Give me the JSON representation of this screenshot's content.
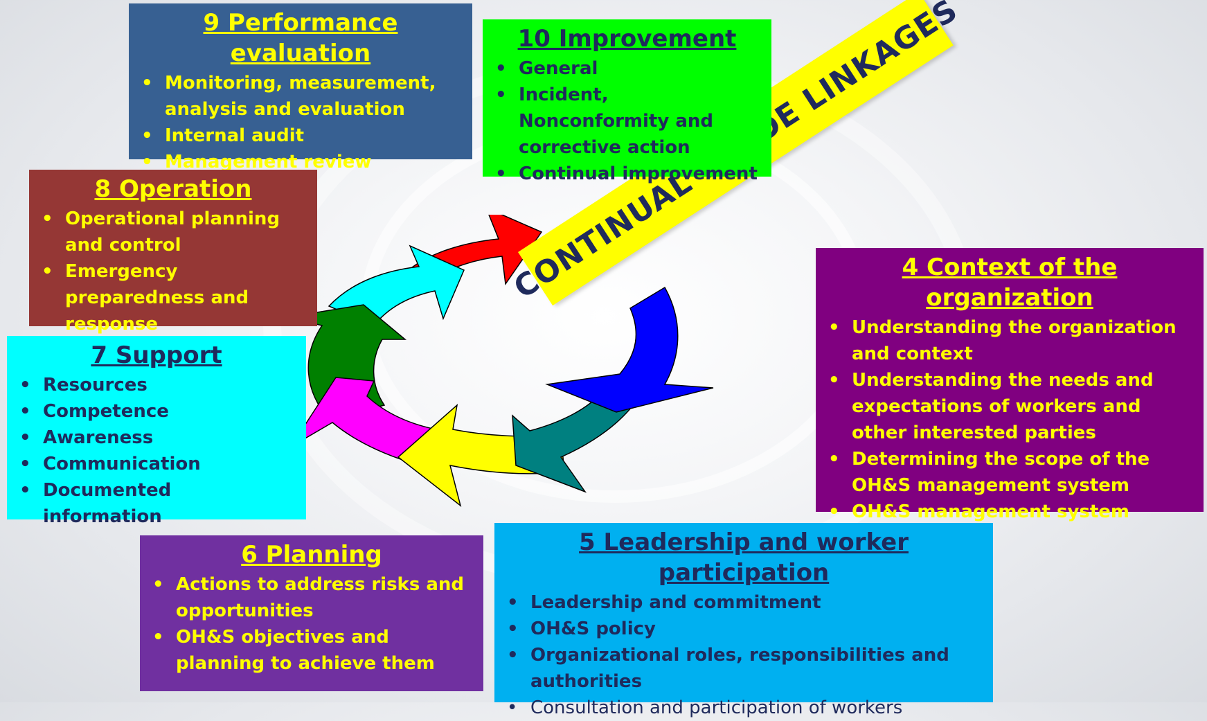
{
  "boxes": {
    "performance": {
      "title": "9 Performance evaluation",
      "items": [
        "Monitoring, measurement, analysis and evaluation",
        "Internal audit",
        "Management review"
      ]
    },
    "improvement": {
      "title": "10 Improvement",
      "items": [
        "General",
        "Incident, Nonconformity and corrective action",
        "Continual improvement"
      ]
    },
    "operation": {
      "title": "8 Operation",
      "items": [
        "Operational planning and control",
        "Emergency preparedness and response"
      ]
    },
    "support": {
      "title": "7 Support",
      "items": [
        "Resources",
        "Competence",
        "Awareness",
        "Communication",
        "Documented information"
      ]
    },
    "context": {
      "title": "4 Context of the organization",
      "items": [
        "Understanding the organization and context",
        "Understanding the needs and expectations of workers and other interested parties",
        "Determining the scope of the OH&S management system",
        "OH&S management system"
      ]
    },
    "planning": {
      "title": "6 Planning",
      "items": [
        "Actions to address risks and opportunities",
        "OH&S objectives and planning to achieve them"
      ]
    },
    "leadership": {
      "title": "5 Leadership and worker participation",
      "items": [
        "Leadership and commitment",
        "OH&S policy",
        "Organizational roles, responsibilities and authorities",
        "Consultation and participation of workers"
      ]
    }
  },
  "banner": {
    "text": "CONTINUAL TRADE LINKAGES"
  },
  "bullet": "•",
  "colors": {
    "performance": "#376092",
    "improvement": "#00ff00",
    "operation": "#953735",
    "support": "#00ffff",
    "context": "#800080",
    "planning": "#7030a0",
    "leadership": "#00b0f0",
    "banner": "#ffff00",
    "text_yellow": "#ffff00",
    "text_navy": "#1f2a5c"
  },
  "cycle_arrows": [
    {
      "name": "blue-arrow",
      "color": "#0000ff"
    },
    {
      "name": "teal-arrow",
      "color": "#008080"
    },
    {
      "name": "yellow-arrow",
      "color": "#ffff00"
    },
    {
      "name": "magenta-arrow",
      "color": "#ff00ff"
    },
    {
      "name": "green-arrow",
      "color": "#008000"
    },
    {
      "name": "cyan-arrow",
      "color": "#00ffff"
    },
    {
      "name": "red-arrow",
      "color": "#ff0000"
    }
  ]
}
